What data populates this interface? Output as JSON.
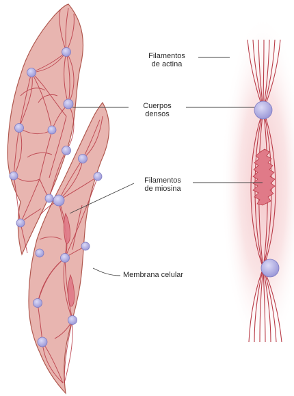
{
  "labels": {
    "actin_line1": "Filamentos",
    "actin_line2": "de actina",
    "dense_line1": "Cuerpos",
    "dense_line2": "densos",
    "myosin_line1": "Filamentos",
    "myosin_line2": "de miosina",
    "membrane": "Membrana celular"
  },
  "colors": {
    "cell_fill": "#E8B5B0",
    "cell_stroke": "#B0584F",
    "filament": "#B83A46",
    "dense_body": "#B8B6E6",
    "dense_body_stroke": "#7E7AC0",
    "myosin_fill": "#E07A88",
    "glow": "#F3C3C6",
    "leader_line": "#444444"
  }
}
